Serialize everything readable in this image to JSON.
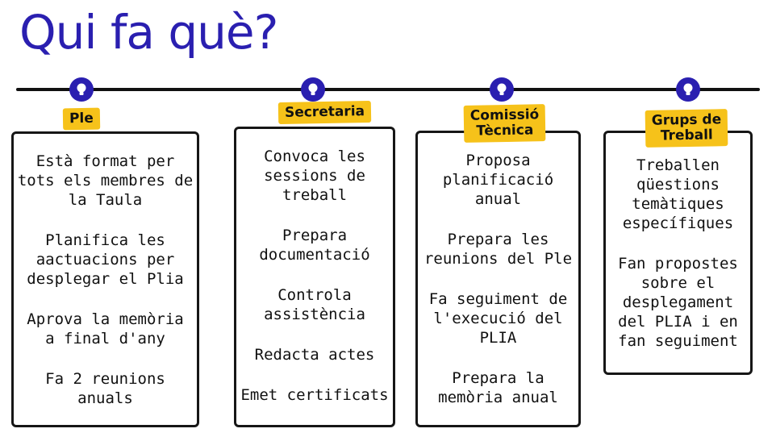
{
  "title": "Qui fa què?",
  "columns": [
    {
      "label": "Ple",
      "items": [
        "Està format per\ntots els membres de\nla Taula",
        "Planifica les\naactuacions per\ndesplegar el Plia",
        "Aprova la memòria\na final d'any",
        "Fa 2 reunions\nanuals"
      ]
    },
    {
      "label": "Secretaria",
      "items": [
        "Convoca les\nsessions de treball",
        "Prepara\ndocumentació",
        "Controla\nassistència",
        "Redacta actes",
        "Emet certificats"
      ]
    },
    {
      "label": "Comissió\nTècnica",
      "items": [
        "Proposa\nplanificació anual",
        "Prepara les\nreunions del Ple",
        "Fa seguiment de\nl'execució del\nPLIA",
        "Prepara la\nmemòria anual"
      ]
    },
    {
      "label": "Grups de\nTreball",
      "items": [
        "Treballen\nqüestions\ntemàtiques\nespecífiques",
        "Fan propostes\nsobre el\ndesplegament\ndel PLIA i en\nfan seguiment"
      ]
    }
  ],
  "colors": {
    "accent": "#2a1fb0",
    "highlight": "#f6c21a"
  },
  "icons": [
    "lightbulb-icon"
  ]
}
